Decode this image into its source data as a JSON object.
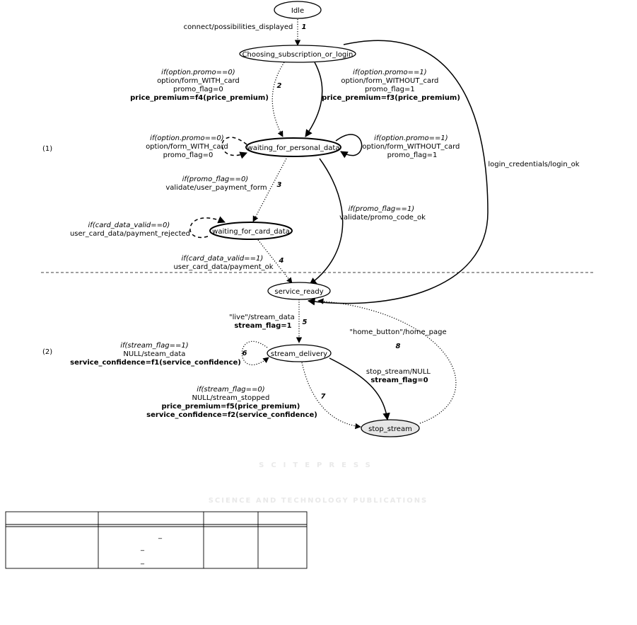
{
  "states": [
    {
      "id": "idle",
      "label": "Idle"
    },
    {
      "id": "choosing",
      "label": "Choosing_subscription_or_login"
    },
    {
      "id": "personal",
      "label": "waiting_for_personal_data"
    },
    {
      "id": "card",
      "label": "waiting_for_card_data"
    },
    {
      "id": "ready",
      "label": "service_ready"
    },
    {
      "id": "delivery",
      "label": "stream_delivery"
    },
    {
      "id": "stop",
      "label": "stop_stream"
    }
  ],
  "transitions": [
    {
      "id": "t1",
      "number": "1",
      "lines": [
        {
          "text": "connect/possibilities_displayed",
          "style": "normal"
        }
      ]
    },
    {
      "id": "t2",
      "number": "2",
      "lines": [
        {
          "text": "if(option.promo==0)",
          "style": "italic"
        },
        {
          "text": "option/form_WITH_card",
          "style": "normal"
        },
        {
          "text": "promo_flag=0",
          "style": "normal"
        },
        {
          "text": "price_premium=f4(price_premium)",
          "style": "bold"
        }
      ]
    },
    {
      "id": "t2b",
      "number": "",
      "lines": [
        {
          "text": "if(option.promo==1)",
          "style": "italic"
        },
        {
          "text": "option/form_WITHOUT_card",
          "style": "normal"
        },
        {
          "text": "promo_flag=1",
          "style": "normal"
        },
        {
          "text": "price_premium=f3(price_premium)",
          "style": "bold"
        }
      ]
    },
    {
      "id": "t_self_left",
      "number": "",
      "lines": [
        {
          "text": "if(option.promo==0)",
          "style": "italic"
        },
        {
          "text": "option/form_WITH_card",
          "style": "normal"
        },
        {
          "text": "promo_flag=0",
          "style": "normal"
        }
      ]
    },
    {
      "id": "t_self_right",
      "number": "",
      "lines": [
        {
          "text": "if(option.promo==1)",
          "style": "italic"
        },
        {
          "text": "option/form_WITHOUT_card",
          "style": "normal"
        },
        {
          "text": "promo_flag=1",
          "style": "normal"
        }
      ]
    },
    {
      "id": "t_login",
      "number": "",
      "lines": [
        {
          "text": "login_credentials/login_ok",
          "style": "normal"
        }
      ]
    },
    {
      "id": "t3",
      "number": "3",
      "lines": [
        {
          "text": "if(promo_flag==0)",
          "style": "italic"
        },
        {
          "text": "validate/user_payment_form",
          "style": "normal"
        }
      ]
    },
    {
      "id": "t_promo",
      "number": "",
      "lines": [
        {
          "text": "if(promo_flag==1)",
          "style": "italic"
        },
        {
          "text": "validate/promo_code_ok",
          "style": "normal"
        }
      ]
    },
    {
      "id": "t_card_self",
      "number": "",
      "lines": [
        {
          "text": "if(card_data_valid==0)",
          "style": "italic"
        },
        {
          "text": "user_card_data/payment_rejected",
          "style": "normal"
        }
      ]
    },
    {
      "id": "t4",
      "number": "4",
      "lines": [
        {
          "text": "if(card_data_valid==1)",
          "style": "italic"
        },
        {
          "text": "user_card_data/payment_ok",
          "style": "normal"
        }
      ]
    },
    {
      "id": "t5",
      "number": "5",
      "lines": [
        {
          "text": "\"live\"/stream_data",
          "style": "normal"
        },
        {
          "text": "stream_flag=1",
          "style": "bold"
        }
      ]
    },
    {
      "id": "t6",
      "number": "6",
      "lines": [
        {
          "text": "if(stream_flag==1)",
          "style": "italic"
        },
        {
          "text": "NULL/steam_data",
          "style": "normal"
        },
        {
          "text": "service_confidence=f1(service_confidence)",
          "style": "bold"
        }
      ]
    },
    {
      "id": "t7",
      "number": "7",
      "lines": [
        {
          "text": "if(stream_flag==0)",
          "style": "italic"
        },
        {
          "text": "NULL/stream_stopped",
          "style": "normal"
        },
        {
          "text": "price_premium=f5(price_premium)",
          "style": "bold"
        },
        {
          "text": "service_confidence=f2(service_confidence)",
          "style": "bold"
        }
      ]
    },
    {
      "id": "t_stop",
      "number": "",
      "lines": [
        {
          "text": "stop_stream/NULL",
          "style": "normal"
        },
        {
          "text": "stream_flag=0",
          "style": "bold"
        }
      ]
    },
    {
      "id": "t8",
      "number": "8",
      "lines": [
        {
          "text": "\"home_button\"/home_page",
          "style": "normal"
        }
      ]
    }
  ],
  "section_labels": [
    "(1)",
    "(2)"
  ],
  "watermark": {
    "line1": "SCITEPRESS",
    "line2": "SCIENCE AND TECHNOLOGY PUBLICATIONS"
  },
  "table": {
    "cell_marks": [
      "_",
      "_",
      "_"
    ]
  }
}
